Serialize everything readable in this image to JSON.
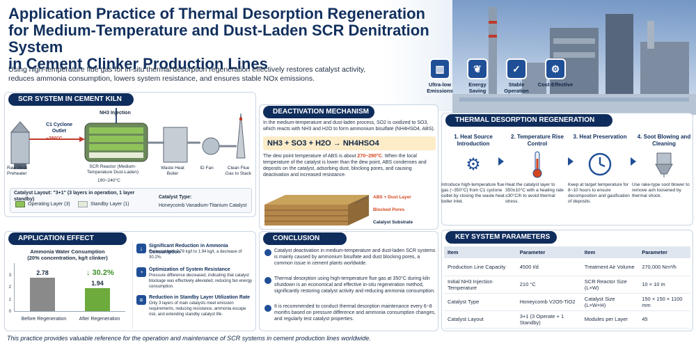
{
  "header": {
    "title_lines": [
      "Application Practice of Thermal Desorption Regeneration",
      "for Medium-Temperature and Dust-Laden SCR Denitration System",
      "in Cement Clinker Production Lines"
    ],
    "intro_line1": "Using high-temperature flue gas for in-situ thermal desorption regeneration effectively restores catalyst activity,",
    "intro_line2": "reduces ammonia consumption, lowers system resistance, and ensures stable NOx emissions.",
    "kpis": [
      {
        "label": "Ultra-low Emissions",
        "icon": "factory-icon"
      },
      {
        "label": "Energy Saving",
        "icon": "leaf-icon"
      },
      {
        "label": "Stable Operation",
        "icon": "shield-check-icon"
      },
      {
        "label": "Cost-Effective",
        "icon": "gear-icon"
      }
    ]
  },
  "scr": {
    "title": "SCR SYSTEM IN CEMENT KILN",
    "nh3": "NH3 Injection",
    "outlet": "C1 Cyclone Outlet",
    "outlet_temp": "~350°C",
    "equipment": [
      {
        "label": "Raw Meal Preheater"
      },
      {
        "label": "SCR Reactor (Medium-Temperature Dust-Laden)"
      },
      {
        "label": "Waste Heat Boiler"
      },
      {
        "label": "ID Fan"
      },
      {
        "label": "Clean Flue Gas to Stack"
      }
    ],
    "reactor_temp": "190~240°C",
    "layout_label": "Catalyst Layout: \"3+1\" (3 layers in operation, 1 layer standby)",
    "legend_operating": "Operating Layer (3)",
    "legend_standby": "Standby Layer (1)",
    "type_label": "Catalyst Type:",
    "type_value": "Honeycomb Vanadium-Titanium Catalyst",
    "colors": {
      "operating": "#8fc35a",
      "standby": "#e7ecd9"
    }
  },
  "deactivation": {
    "title": "DEACTIVATION MECHANISM",
    "text1": "In the medium-temperature and dust-laden process, SO2 is oxidized to SO3, which reacts with NH3 and H2O to form ammonium bisulfate (NH4HSO4, ABS).",
    "equation": "NH3 + SO3 + H2O → NH4HSO4",
    "text2_a": "The dew point temperature of ABS is about ",
    "text2_highlight": "270~290°C",
    "text2_b": ". When the local temperature of the catalyst is lower than the dew point, ABS condenses and deposits on the catalyst, adsorbing dust, blocking pores, and causing deactivation and increased resistance.",
    "labels": [
      "ABS + Dust Layer",
      "Blocked Pores",
      "Catalyst Substrate"
    ]
  },
  "scheme": {
    "title": "THERMAL DESORPTION REGENERATION SCHEME",
    "steps": [
      {
        "title": "1. Heat Source Introduction",
        "desc": "Introduce high-temperature flue gas (~350°C) from C1 cyclone outlet by closing the waste heat boiler inlet."
      },
      {
        "title": "2. Temperature Rise Control",
        "desc": "Heat the catalyst layer to 350±10°C with a heating rate ≤30°C/h to avoid thermal stress."
      },
      {
        "title": "3. Heat Preservation",
        "desc": "Keep at target temperature for 8~10 hours to ensure decomposition and gasification of deposits."
      },
      {
        "title": "4. Soot Blowing and Cleaning",
        "desc": "Use rake-type soot blower to remove ash loosened by thermal shock."
      }
    ]
  },
  "effect": {
    "title": "APPLICATION EFFECT ANALYSIS",
    "chart_title": "Ammonia Water Consumption",
    "chart_subtitle": "(20% concentration, kg/t clinker)",
    "change": "↓ 30.2%",
    "items": [
      {
        "title": "Significant Reduction in Ammonia Consumption",
        "desc": "Reduced from 2.78 kg/t to 1.94 kg/t, a decrease of 30.2%."
      },
      {
        "title": "Optimization of System Resistance",
        "desc": "Pressure difference decreased, indicating that catalyst blockage was effectively alleviated, reducing fan energy consumption."
      },
      {
        "title": "Reduction in Standby Layer Utilization Rate",
        "desc": "Only 3 layers of main catalysts meet emission requirements, reducing resistance, ammonia escape risk, and extending standby catalyst life."
      }
    ]
  },
  "chart_data": {
    "type": "bar",
    "title": "Ammonia Water Consumption",
    "subtitle": "(20% concentration, kg/t clinker)",
    "categories": [
      "Before Regeneration",
      "After Regeneration"
    ],
    "values": [
      2.78,
      1.94
    ],
    "ylim": [
      0,
      4
    ],
    "yticks": [
      "0",
      "1",
      "2",
      "3"
    ],
    "colors": [
      "#8a8a8a",
      "#6cab3c"
    ],
    "annotation": "↓ 30.2%"
  },
  "conclusion": {
    "title": "CONCLUSION",
    "items": [
      "Catalyst deactivation in medium-temperature and dust-laden SCR systems is mainly caused by ammonium bisulfate and dust blocking pores, a common issue in cement plants worldwide.",
      "Thermal desorption using high-temperature flue gas at 350°C during kiln shutdown is an economical and effective in-situ regeneration method, significantly restoring catalyst activity and reducing ammonia consumption.",
      "It is recommended to conduct thermal desorption maintenance every 6~8 months based on pressure difference and ammonia consumption changes, and regularly test catalyst properties."
    ]
  },
  "params": {
    "title": "KEY SYSTEM PARAMETERS",
    "headers": [
      "Item",
      "Parameter",
      "Item",
      "Parameter"
    ],
    "rows": [
      [
        "Production Line Capacity",
        "4500 t/d",
        "Treatment Air Volume",
        "270,000 Nm³/h"
      ],
      [
        "Initial NH3 Injection Temperature",
        "210 °C",
        "SCR Reactor Size (L×W)",
        "10 × 10 m"
      ],
      [
        "Catalyst Type",
        "Honeycomb V2O5-TiO2",
        "Catalyst Size (L×W×H)",
        "150 × 150 × 1100 mm"
      ],
      [
        "Catalyst Layout",
        "3+1 (3 Operate + 1 Standby)",
        "Modules per Layer",
        "45"
      ]
    ]
  },
  "footer": "This practice provides valuable reference for the operation and maintenance of SCR systems in cement production lines worldwide."
}
